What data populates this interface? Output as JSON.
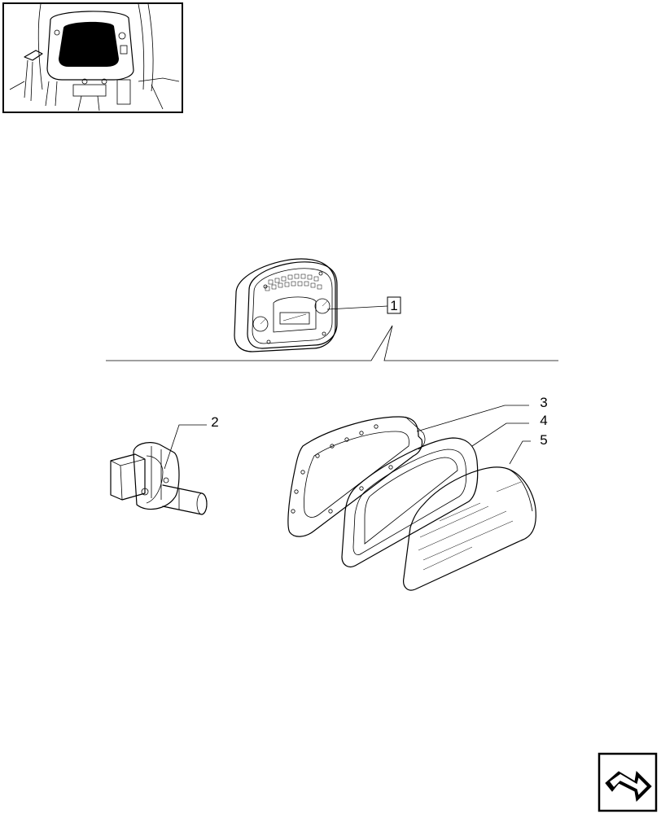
{
  "callouts": {
    "item1": "1",
    "item2": "2",
    "item3": "3",
    "item4": "4",
    "item5": "5"
  },
  "icons": {
    "thumbnail": "tractor-cab-dashboard-thumbnail",
    "nav": "return-arrow-icon"
  }
}
